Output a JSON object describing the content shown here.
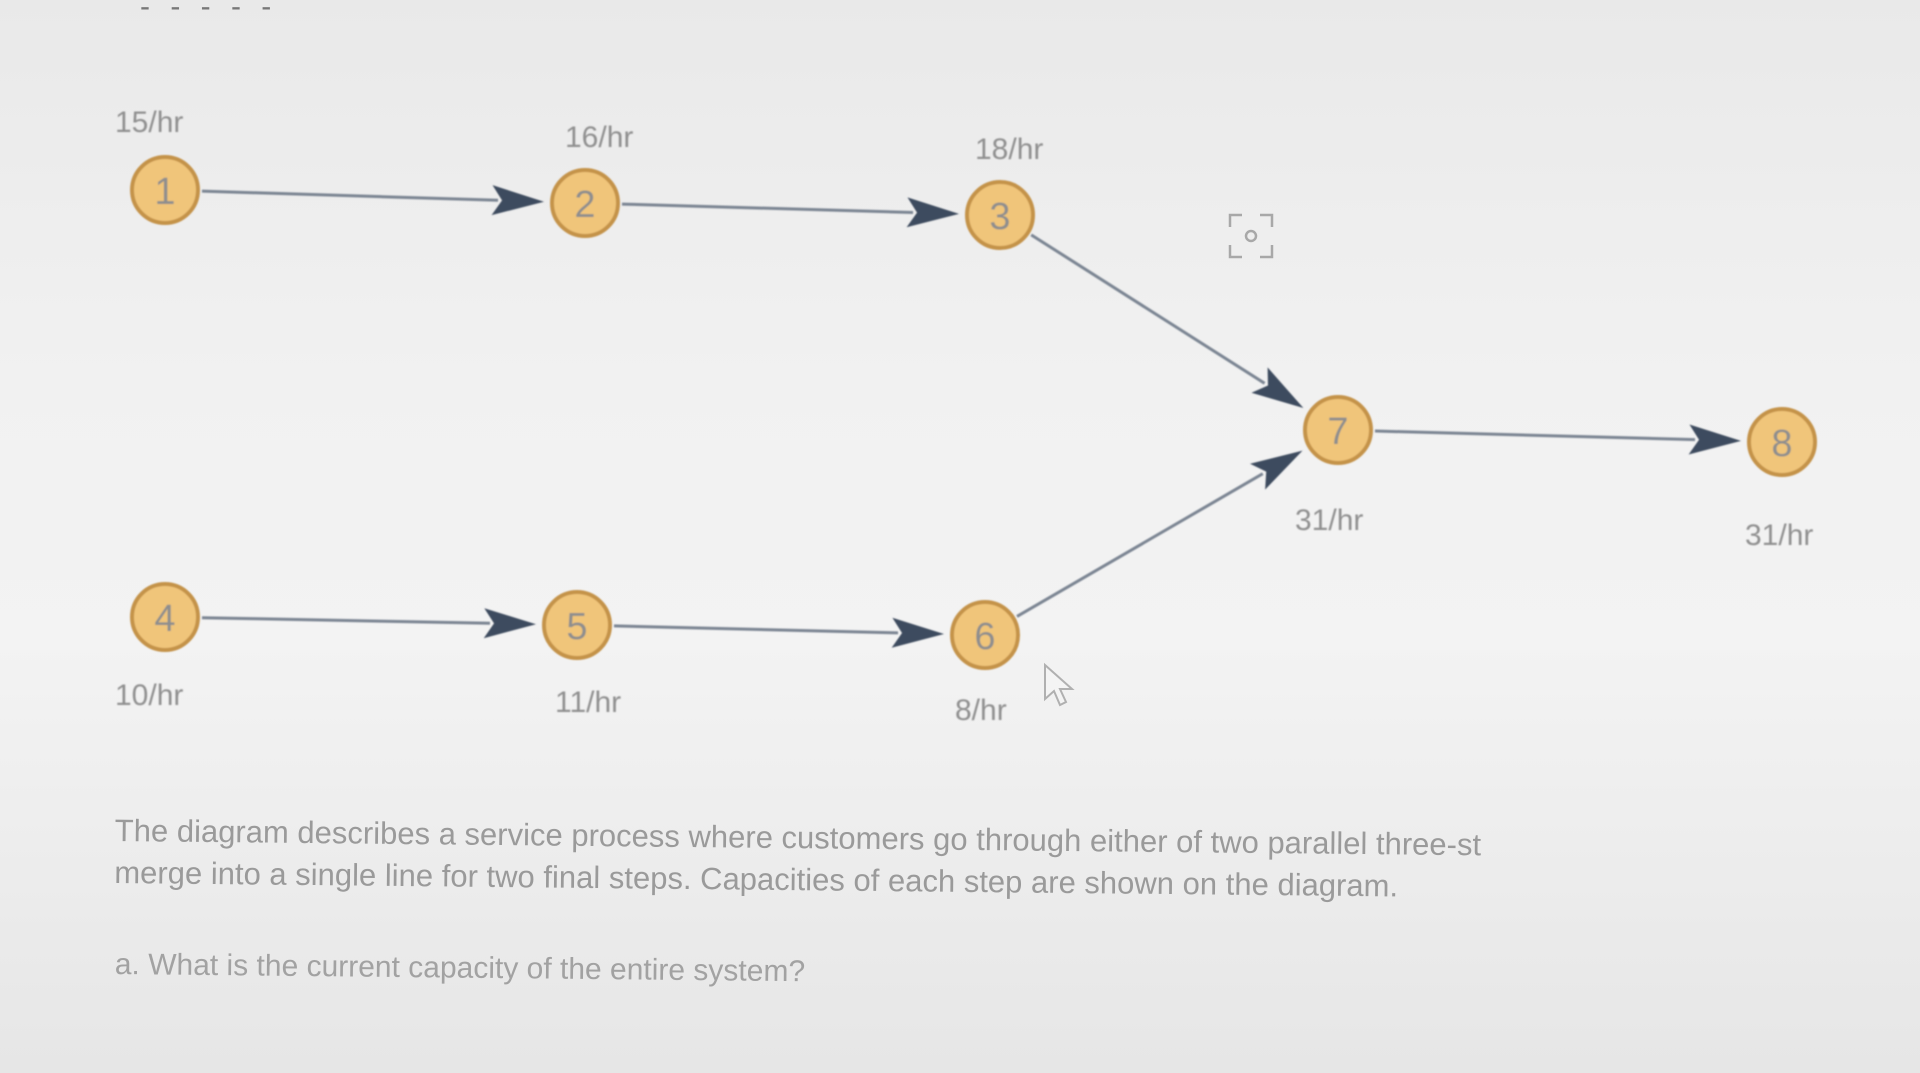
{
  "diagram": {
    "nodes": [
      {
        "id": "1",
        "rate": "15/hr"
      },
      {
        "id": "2",
        "rate": "16/hr"
      },
      {
        "id": "3",
        "rate": "18/hr"
      },
      {
        "id": "4",
        "rate": "10/hr"
      },
      {
        "id": "5",
        "rate": "11/hr"
      },
      {
        "id": "6",
        "rate": "8/hr"
      },
      {
        "id": "7",
        "rate": "31/hr"
      },
      {
        "id": "8",
        "rate": "31/hr"
      }
    ],
    "edges": [
      {
        "from": "1",
        "to": "2"
      },
      {
        "from": "2",
        "to": "3"
      },
      {
        "from": "3",
        "to": "7"
      },
      {
        "from": "4",
        "to": "5"
      },
      {
        "from": "5",
        "to": "6"
      },
      {
        "from": "6",
        "to": "7"
      },
      {
        "from": "7",
        "to": "8"
      }
    ],
    "colors": {
      "node_fill": "#f0c57a",
      "node_stroke": "#c4934a",
      "edge": "#7b8593",
      "arrow": "#3d4b5f"
    }
  },
  "text": {
    "paragraph_line1": "The diagram describes a service process where customers go through either of two parallel three-st",
    "paragraph_line2": "merge into a single line for two final steps. Capacities of each step are shown on the diagram.",
    "question_a": "a. What is the current capacity of the entire system?"
  },
  "icons": {
    "focus": "focus-frame-icon",
    "cursor": "mouse-pointer-icon"
  }
}
